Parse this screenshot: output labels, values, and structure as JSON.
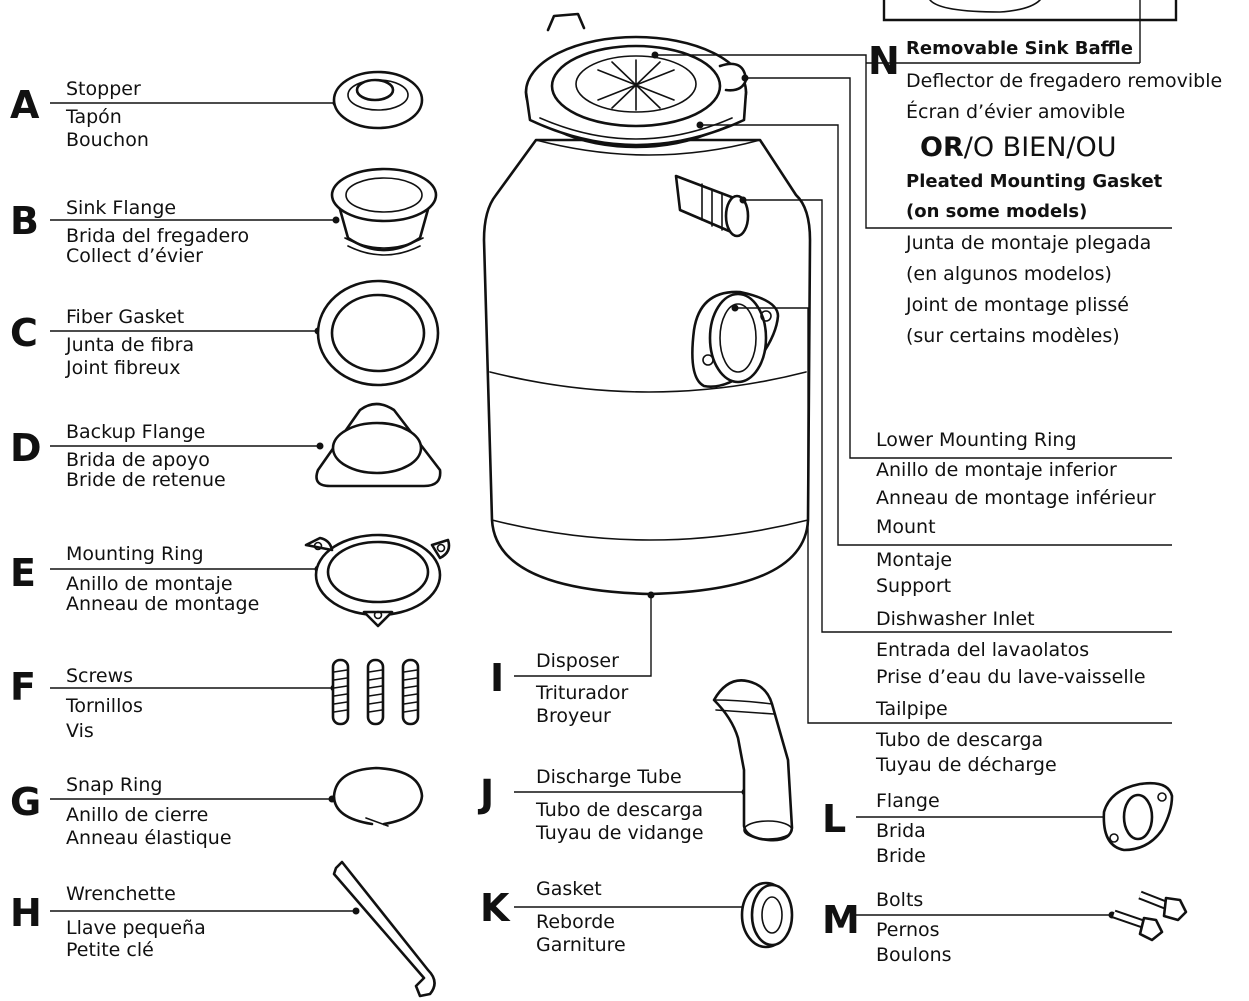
{
  "parts": [
    {
      "letter": "A",
      "en": "Stopper",
      "es": "Tapón",
      "fr": "Bouchon",
      "icon": "stopper-icon"
    },
    {
      "letter": "B",
      "en": "Sink Flange",
      "es": "Brida del fregadero",
      "fr": "Collect d’évier",
      "icon": "sink-flange-icon"
    },
    {
      "letter": "C",
      "en": "Fiber Gasket",
      "es": "Junta de fibra",
      "fr": "Joint fibreux",
      "icon": "fiber-gasket-icon"
    },
    {
      "letter": "D",
      "en": "Backup Flange",
      "es": "Brida de apoyo",
      "fr": "Bride de retenue",
      "icon": "backup-flange-icon"
    },
    {
      "letter": "E",
      "en": "Mounting Ring",
      "es": "Anillo de montaje",
      "fr": "Anneau de montage",
      "icon": "mounting-ring-icon"
    },
    {
      "letter": "F",
      "en": "Screws",
      "es": "Tornillos",
      "fr": "Vis",
      "icon": "screws-icon"
    },
    {
      "letter": "G",
      "en": "Snap Ring",
      "es": "Anillo de cierre",
      "fr": "Anneau élastique",
      "icon": "snap-ring-icon"
    },
    {
      "letter": "H",
      "en": "Wrenchette",
      "es": "Llave pequeña",
      "fr": "Petite clé",
      "icon": "wrenchette-icon"
    },
    {
      "letter": "I",
      "en": "Disposer",
      "es": "Triturador",
      "fr": "Broyeur",
      "icon": "disposer-icon"
    },
    {
      "letter": "J",
      "en": "Discharge Tube",
      "es": "Tubo de descarga",
      "fr": "Tuyau de vidange",
      "icon": "discharge-tube-icon"
    },
    {
      "letter": "K",
      "en": "Gasket",
      "es": "Reborde",
      "fr": "Garniture",
      "icon": "gasket-icon"
    },
    {
      "letter": "L",
      "en": "Flange",
      "es": "Brida",
      "fr": "Bride",
      "icon": "flange-icon"
    },
    {
      "letter": "M",
      "en": "Bolts",
      "es": "Pernos",
      "fr": "Boulons",
      "icon": "bolts-icon"
    }
  ],
  "n_part": {
    "letter": "N",
    "en": "Removable Sink Baffle",
    "es": "Deflector de fregadero removible",
    "fr": "Écran d’évier amovible",
    "or_bold": "OR",
    "or_rest": "/O BIEN/OU",
    "alt_en_1": "Pleated Mounting Gasket",
    "alt_en_2": "(on some models)",
    "alt_es_1": "Junta de montaje plegada",
    "alt_es_2": "(en algunos modelos)",
    "alt_fr_1": "Joint de montage plissé",
    "alt_fr_2": "(sur certains modèles)"
  },
  "callouts": [
    {
      "en": "Lower Mounting Ring",
      "es": "Anillo de montaje inferior",
      "fr": "Anneau de montage inférieur"
    },
    {
      "en": "Mount",
      "es": "Montaje",
      "fr": "Support"
    },
    {
      "en": "Dishwasher Inlet",
      "es": "Entrada del lavaolatos",
      "fr": "Prise d’eau du lave-vaisselle"
    },
    {
      "en": "Tailpipe",
      "es": "Tubo de descarga",
      "fr": "Tuyau de décharge"
    }
  ]
}
